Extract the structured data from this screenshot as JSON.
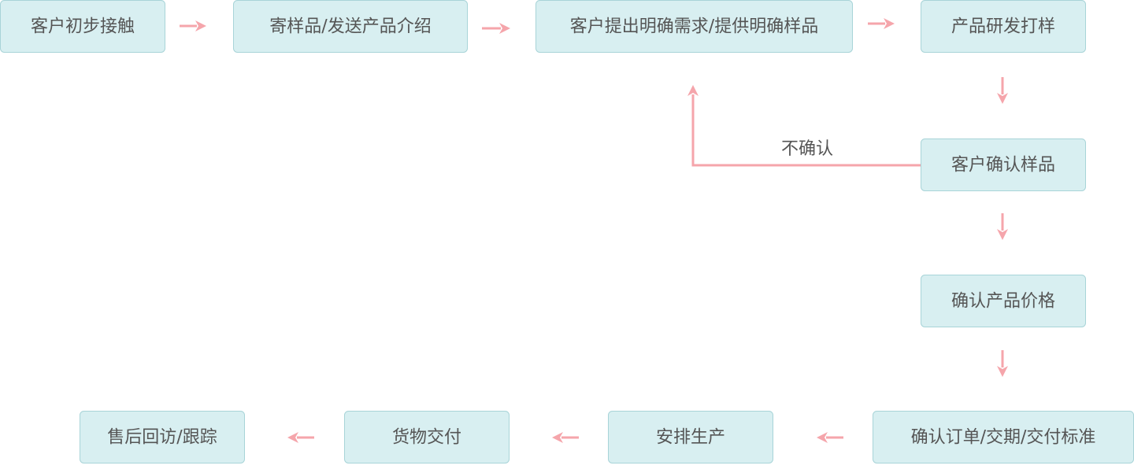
{
  "nodes": [
    {
      "id": "n1",
      "label": "客户初步接触"
    },
    {
      "id": "n2",
      "label": "寄样品/发送产品介绍"
    },
    {
      "id": "n3",
      "label": "客户提出明确需求/提供明确样品"
    },
    {
      "id": "n4",
      "label": "产品研发打样"
    },
    {
      "id": "n5",
      "label": "客户确认样品"
    },
    {
      "id": "n6",
      "label": "确认产品价格"
    },
    {
      "id": "n7",
      "label": "确认订单/交期/交付标准"
    },
    {
      "id": "n8",
      "label": "安排生产"
    },
    {
      "id": "n9",
      "label": "货物交付"
    },
    {
      "id": "n10",
      "label": "售后回访/跟踪"
    }
  ],
  "edges": [
    {
      "from": "n1",
      "to": "n2"
    },
    {
      "from": "n2",
      "to": "n3"
    },
    {
      "from": "n3",
      "to": "n4"
    },
    {
      "from": "n4",
      "to": "n5"
    },
    {
      "from": "n5",
      "to": "n3",
      "label": "不确认"
    },
    {
      "from": "n5",
      "to": "n6"
    },
    {
      "from": "n6",
      "to": "n7"
    },
    {
      "from": "n7",
      "to": "n8"
    },
    {
      "from": "n8",
      "to": "n9"
    },
    {
      "from": "n9",
      "to": "n10"
    }
  ],
  "colors": {
    "box_fill": "#d8eff1",
    "box_border": "#a8d4d8",
    "arrow": "#f5a5ab",
    "text": "#555555"
  }
}
